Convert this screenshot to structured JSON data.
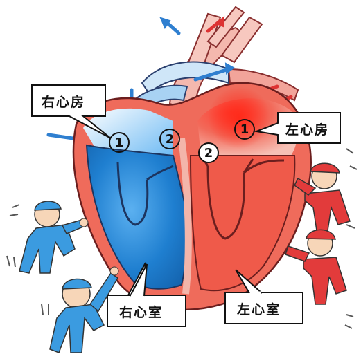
{
  "labels": {
    "right_atrium": "右心房",
    "left_atrium": "左心房",
    "right_ventricle": "右心室",
    "left_ventricle": "左心室"
  },
  "markers": {
    "right_atrium_valve": "1",
    "right_ventricle_valve": "2",
    "left_ventricle_valve": "2",
    "left_atrium_valve": "1"
  },
  "colors": {
    "venous_blue": "#2a86d6",
    "arterial_red": "#e63a3a",
    "outline": "#111111",
    "worker_blue": "#3b9be0",
    "worker_red": "#e23b3b"
  }
}
